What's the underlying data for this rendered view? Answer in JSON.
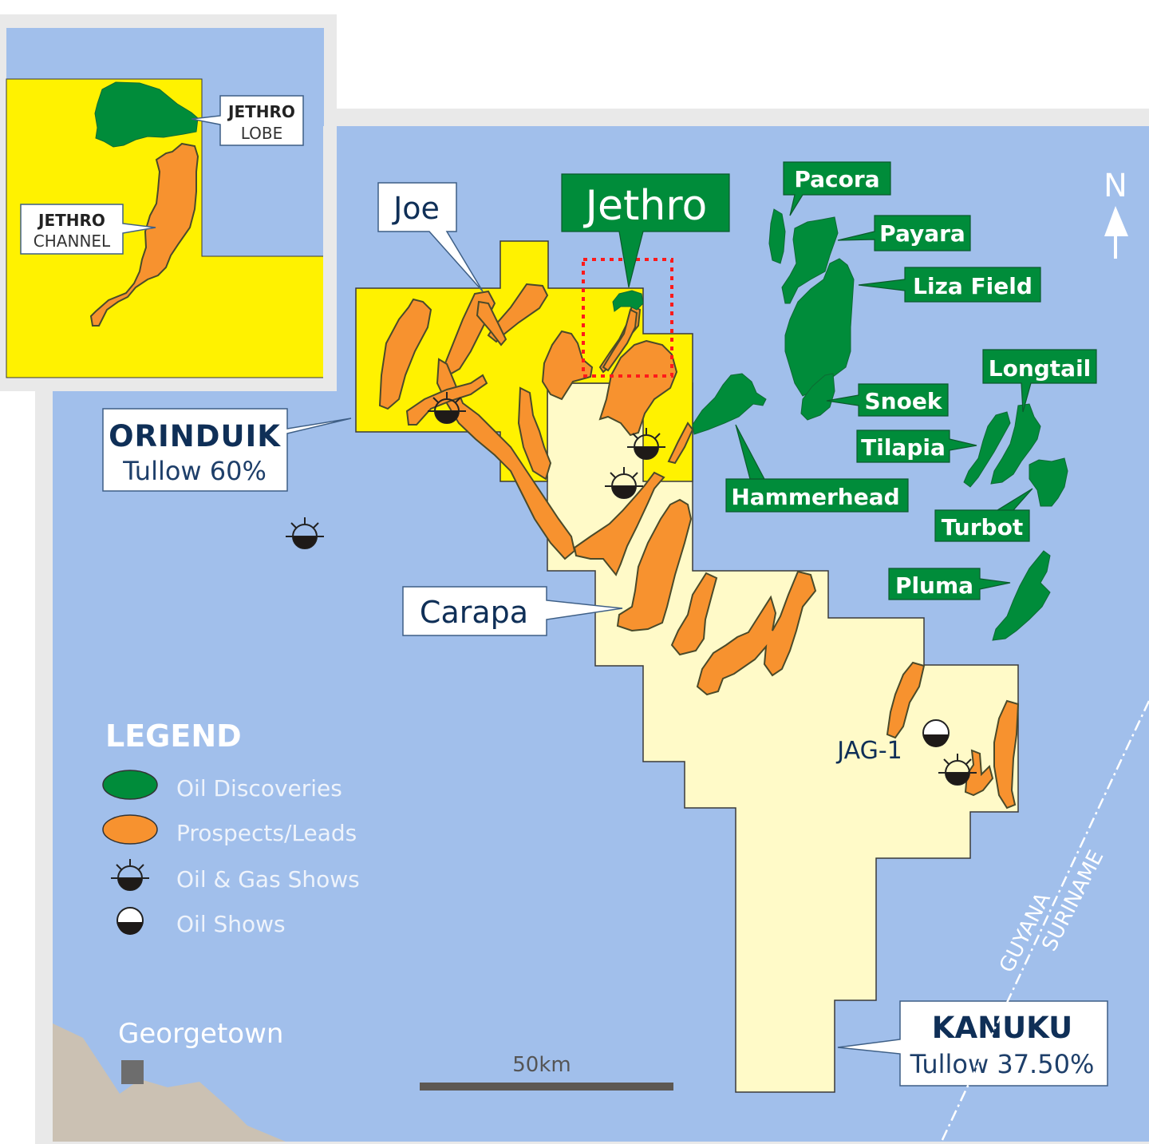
{
  "inset": {
    "labels": {
      "lobe_line1": "JETHRO",
      "lobe_line2": "LOBE",
      "channel_line1": "JETHRO",
      "channel_line2": "CHANNEL"
    }
  },
  "blocks": {
    "orinduik": {
      "name": "ORINDUIK",
      "share": "Tullow 60%",
      "color": "#fff200"
    },
    "kanuku": {
      "name": "KANUKU",
      "share": "Tullow 37.50%",
      "color": "#fffac8"
    }
  },
  "prospects": {
    "joe": "Joe",
    "carapa": "Carapa"
  },
  "highlight": {
    "jethro": "Jethro",
    "box_color": "#ff1a1a"
  },
  "discoveries": {
    "pacora": "Pacora",
    "payara": "Payara",
    "liza": "Liza Field",
    "snoek": "Snoek",
    "longtail": "Longtail",
    "tilapia": "Tilapia",
    "hammerhead": "Hammerhead",
    "turbot": "Turbot",
    "pluma": "Pluma"
  },
  "wells": {
    "jag1": "JAG-1"
  },
  "north_arrow": {
    "label": "N"
  },
  "legend": {
    "title": "LEGEND",
    "items": [
      {
        "label": "Oil Discoveries",
        "icon": "green-ellipse",
        "color": "#008c3a"
      },
      {
        "label": "Prospects/Leads",
        "icon": "orange-ellipse",
        "color": "#f7922f"
      },
      {
        "label": "Oil & Gas Shows",
        "icon": "oil-gas-show-symbol"
      },
      {
        "label": "Oil Shows",
        "icon": "oil-show-symbol"
      }
    ]
  },
  "places": {
    "georgetown": "Georgetown"
  },
  "scale": {
    "label": "50km"
  },
  "border": {
    "country_a": "GUYANA",
    "country_b": "SURINAME"
  },
  "colors": {
    "sea": "#a1bfeb",
    "land": "#cbc1b3",
    "frame": "#e9e9e9",
    "discovery": "#008c3a",
    "prospect": "#f7922f",
    "label_text": "#0f2f57"
  }
}
